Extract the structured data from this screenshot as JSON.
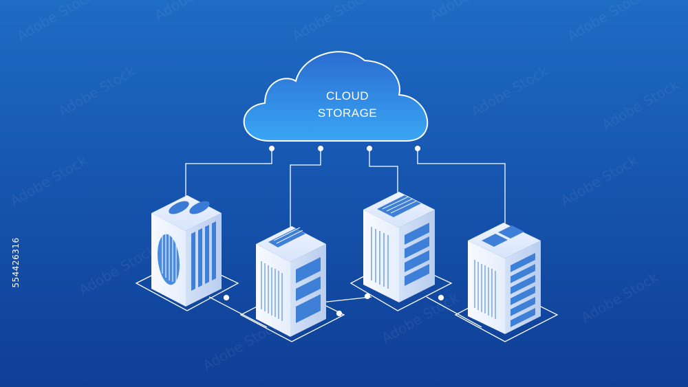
{
  "cloud": {
    "line1": "CLOUD",
    "line2": "STORAGE"
  },
  "stock_id": "554426316",
  "watermark": "Adobe Stock",
  "colors": {
    "bg_top": "#1f6cc4",
    "bg_bottom": "#0f3e95",
    "cloud_top": "#2f78d6",
    "cloud_bottom": "#35a2f2",
    "line": "#ffffff",
    "server_top": "#e9f1ff",
    "server_left": "#f4f8ff",
    "server_right": "#c9d8f3",
    "accent": "#2f6fd0"
  },
  "servers": [
    {
      "name": "server-1",
      "style": "fan-tower"
    },
    {
      "name": "server-2",
      "style": "vent-rack"
    },
    {
      "name": "server-3",
      "style": "rack-unit"
    },
    {
      "name": "server-4",
      "style": "storage-array"
    }
  ]
}
